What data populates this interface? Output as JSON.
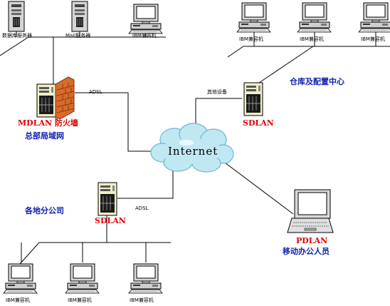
{
  "servers": {
    "server1_label": "数据库服务器",
    "server2_label": "Mail服务器"
  },
  "hq": {
    "pc_label": "IBM兼容机",
    "firewall_label": "MDLAN 防火墙",
    "lan_label": "总部局域网",
    "link_label": "ADSL"
  },
  "warehouse": {
    "pc_labels": [
      "IBM兼容机",
      "IBM兼容机",
      "IBM兼容机"
    ],
    "title": "仓库及配置中心",
    "device_label": "SDLAN",
    "link_label": "其他设备"
  },
  "internet": {
    "label": "Internet"
  },
  "branch": {
    "title": "各地分公司",
    "device_label": "SDLAN",
    "link_label": "ADSL",
    "pc_labels": [
      "IBM兼容机",
      "IBM兼容机",
      "IBM兼容机"
    ]
  },
  "mobile": {
    "device_label": "PDLAN",
    "title": "移动办公人员"
  },
  "colors": {
    "red": "#e00000",
    "blue": "#1020b0"
  }
}
